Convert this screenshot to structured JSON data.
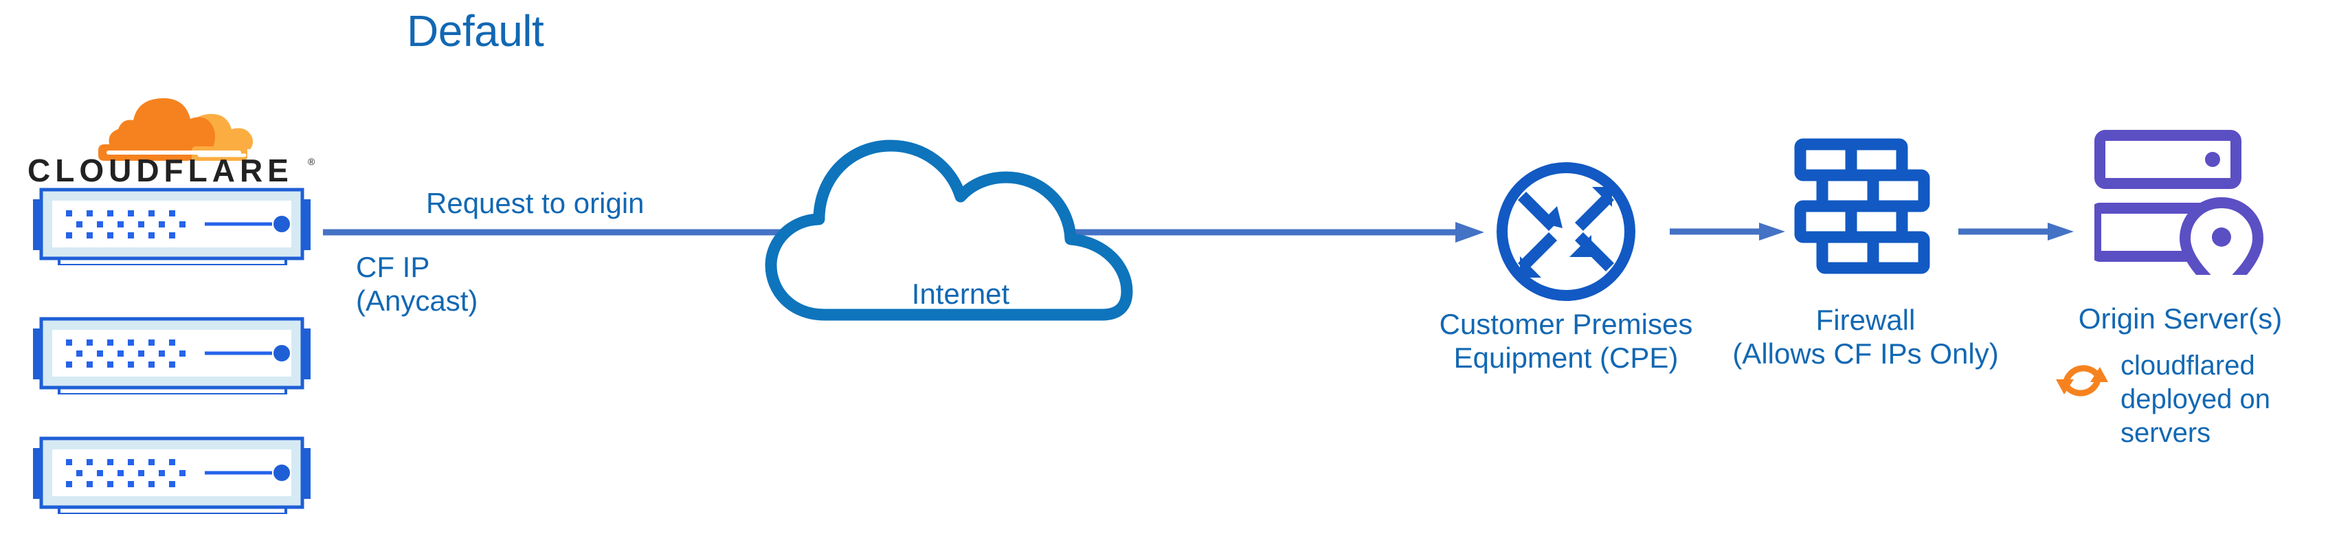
{
  "title": "Default",
  "colors": {
    "label_blue": "#1268B3",
    "icon_blue": "#1259C3",
    "arrow_blue": "#4472C4",
    "cloud_blue": "#0E74BC",
    "origin_purple": "#5B4FC4",
    "cf_orange_dark": "#F6821F",
    "cf_orange_light": "#FBAD41",
    "server_fill": "#D6EAF4",
    "server_stroke": "#1F5FD6"
  },
  "cloudflare": {
    "logo_name": "cloudflare-logo",
    "wordmark": "CLOUDFLARE",
    "registered_mark": "®",
    "servers": [
      {
        "name": "cf-server-1"
      },
      {
        "name": "cf-server-2"
      },
      {
        "name": "cf-server-3"
      }
    ]
  },
  "flow": {
    "request_label": "Request to origin",
    "cf_ip_label": "CF IP\n(Anycast)",
    "cf_ip_line1": "CF IP",
    "cf_ip_line2": "(Anycast)"
  },
  "internet": {
    "label": "Internet",
    "icon": "cloud-icon"
  },
  "cpe": {
    "label": "Customer Premises\nEquipment (CPE)",
    "line1": "Customer Premises",
    "line2": "Equipment (CPE)",
    "icon": "router-icon"
  },
  "firewall": {
    "label": "Firewall\n(Allows CF IPs Only)",
    "line1": "Firewall",
    "line2": "(Allows CF IPs Only)",
    "icon": "brick-wall-icon"
  },
  "origin": {
    "label": "Origin Server(s)",
    "icon": "server-rack-pin-icon"
  },
  "cloudflared": {
    "note": "cloudflared\ndeployed on\nservers",
    "icon": "sync-refresh-icon"
  }
}
